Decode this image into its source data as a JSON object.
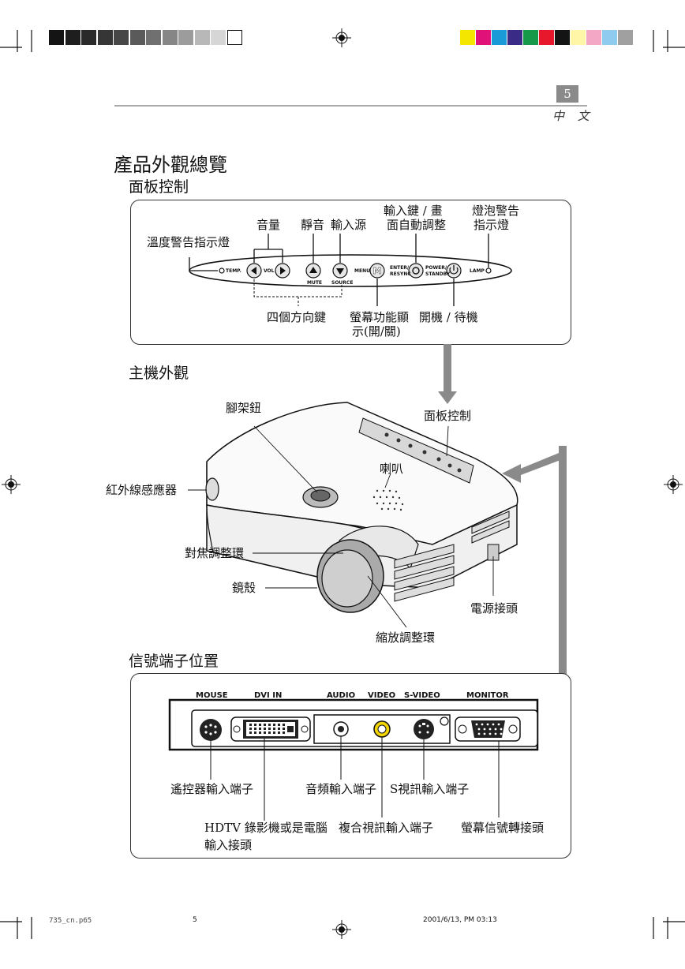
{
  "header": {
    "page_number": "5",
    "language": "中 文"
  },
  "gray_swatches": [
    "#141414",
    "#1e1e1e",
    "#2a2a2a",
    "#363636",
    "#474747",
    "#5a5a5a",
    "#707070",
    "#868686",
    "#9c9c9c",
    "#b8b8b8",
    "#d6d6d6",
    "#ffffff"
  ],
  "color_swatches": [
    "#f5e600",
    "#e0127a",
    "#1a9ad6",
    "#3a2b86",
    "#17994a",
    "#e8182c",
    "#141414",
    "#fff6a8",
    "#f4a7c4",
    "#8ecbee",
    "#a0a0a0"
  ],
  "title": "產品外觀總覽",
  "panel_section": {
    "heading": "面板控制",
    "labels": {
      "temp_indicator": "溫度警告指示燈",
      "volume": "音量",
      "mute": "靜音",
      "source": "輸入源",
      "enter_line1": "輸入鍵 / 畫",
      "enter_line2": "面自動調整",
      "lamp_line1": "燈泡警告",
      "lamp_line2": "指示燈",
      "four_dir": "四個方向鍵",
      "menu_line1": "螢幕功能顯",
      "menu_line2": "示(開/關)",
      "power": "開機 / 待機"
    },
    "buttons": {
      "temp": "TEMP.",
      "vol": "VOL",
      "mute": "MUTE",
      "source": "SOURCE",
      "menu": "MENU",
      "enter_1": "ENTER/",
      "enter_2": "RESYNC",
      "power_1": "POWER/",
      "power_2": "STANDBY",
      "lamp": "LAMP"
    }
  },
  "main_section": {
    "heading": "主機外觀",
    "labels": {
      "foot_button": "腳架鈕",
      "control_panel": "面板控制",
      "speaker": "喇叭",
      "ir_sensor": "紅外線感應器",
      "focus_ring": "對焦調整環",
      "lens_cap": "鏡殼",
      "power_socket": "電源接頭",
      "zoom_ring": "縮放調整環"
    }
  },
  "terminal_section": {
    "heading": "信號端子位置",
    "ports": {
      "mouse": "MOUSE",
      "dvi": "DVI IN",
      "audio": "AUDIO",
      "video": "VIDEO",
      "svideo": "S-VIDEO",
      "monitor": "MONITOR"
    },
    "labels": {
      "remote": "遙控器輸入端子",
      "audio_in": "音頻輸入端子",
      "svideo_in": "S視訊輸入端子",
      "hdtv_line1": "HDTV 錄影機或是電腦",
      "hdtv_line2": "輸入接頭",
      "composite": "複合視訊輸入端子",
      "monitor_out": "螢幕信號轉接頭"
    }
  },
  "footer": {
    "file": "735_cn.p65",
    "page": "5",
    "timestamp": "2001/6/13, PM 03:13"
  }
}
